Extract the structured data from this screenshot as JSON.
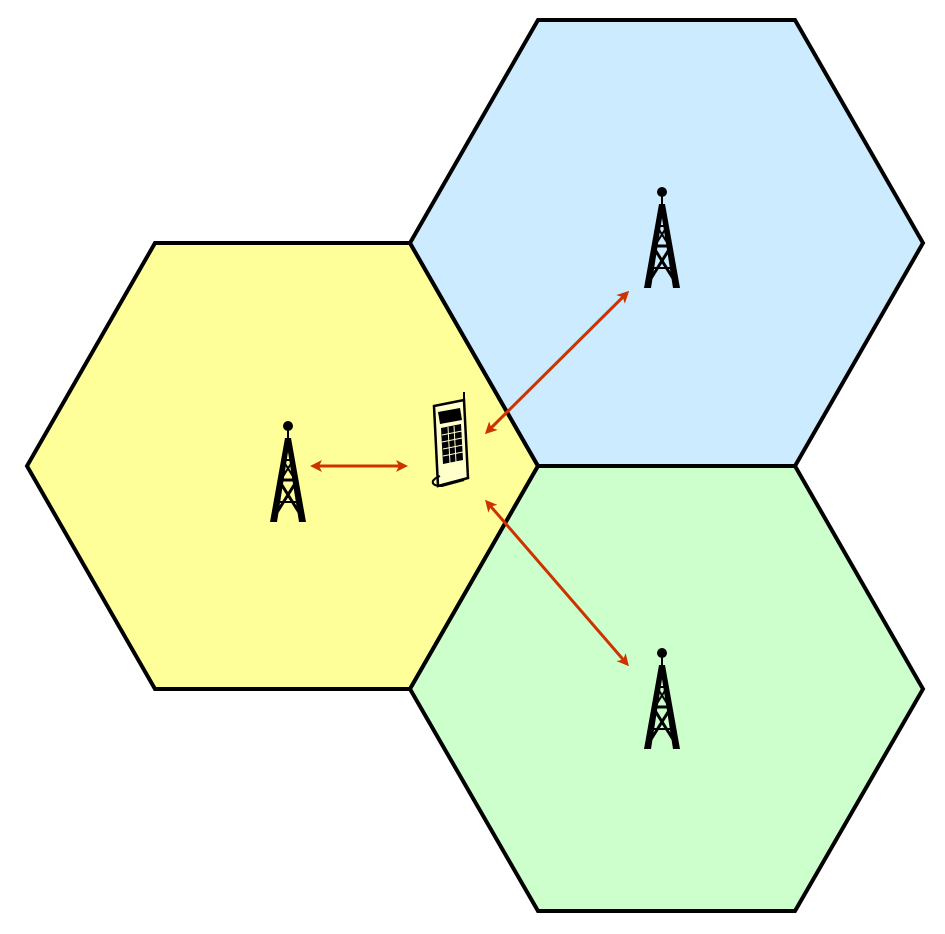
{
  "diagram": {
    "type": "cellular-network",
    "cells": [
      {
        "id": "yellow",
        "color": "#FFFF99",
        "icon": "tower-icon"
      },
      {
        "id": "blue",
        "color": "#CCEBFF",
        "icon": "tower-icon"
      },
      {
        "id": "green",
        "color": "#CCFFCC",
        "icon": "tower-icon"
      }
    ],
    "mobile": {
      "icon": "mobile-phone-icon"
    },
    "link_color": "#CC3300",
    "outline_color": "#000000",
    "links": [
      {
        "from": "mobile",
        "to": "yellow",
        "style": "double-arrow"
      },
      {
        "from": "mobile",
        "to": "blue",
        "style": "double-arrow"
      },
      {
        "from": "mobile",
        "to": "green",
        "style": "double-arrow"
      }
    ]
  }
}
